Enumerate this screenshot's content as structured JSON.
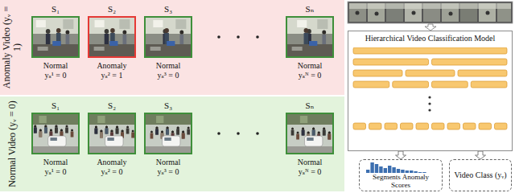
{
  "diagram": {
    "nodes": [
      {
        "text": [
          "Anomaly Video (yᵥ = 1)"
        ]
      },
      {
        "text": [
          "S₁",
          "Normal",
          "yₛ¹ = 0"
        ],
        "in": 0
      },
      {
        "text": [
          "S₂",
          "Anomaly",
          "yₛ² = 1"
        ],
        "in": 0
      },
      {
        "text": [
          "S₃",
          "Normal",
          "yₛ³ = 0"
        ],
        "in": 0
      },
      {
        "text": [
          "Sₙ",
          "Normal",
          "yₛᴺ = 0"
        ],
        "in": 0
      },
      {
        "text": [
          "Normal Video (yᵥ = 0)"
        ]
      },
      {
        "text": [
          "S₁",
          "Normal",
          "yₛ¹ = 0"
        ],
        "in": 5
      },
      {
        "text": [
          "S₂",
          "Anomaly",
          "yₛ² = 0"
        ],
        "in": 5
      },
      {
        "text": [
          "S₃",
          "Normal",
          "yₛ³ = 0"
        ],
        "in": 5
      },
      {
        "text": [
          "Sₙ",
          "Normal",
          "yₛᴺ = 0"
        ],
        "in": 5
      },
      {
        "text": [
          "Hierarchical Video Classification Model"
        ]
      },
      {
        "text": [
          "Segments Anomaly Scores"
        ]
      },
      {
        "text": [
          "Video Class (yᵥ)"
        ]
      }
    ],
    "edges": [
      {
        "from": 10,
        "to": 11,
        "arrow": "to"
      },
      {
        "from": 10,
        "to": 12,
        "arrow": "to"
      }
    ]
  }
}
